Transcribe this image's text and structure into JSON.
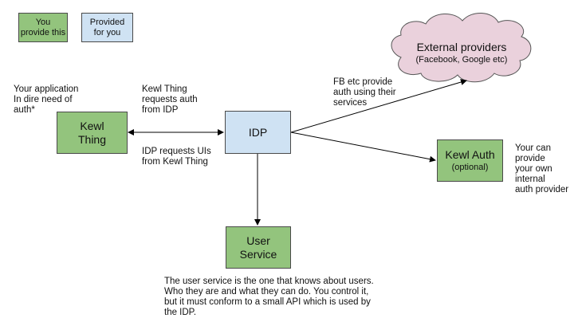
{
  "legend": {
    "you_provide": "You\nprovide this",
    "provided_for_you": "Provided\nfor you"
  },
  "nodes": {
    "kewl_thing": "Kewl\nThing",
    "idp": "IDP",
    "user_service": "User\nService",
    "kewl_auth_title": "Kewl Auth",
    "kewl_auth_subtitle": "(optional)",
    "external_title": "External providers",
    "external_subtitle": "(Facebook, Google etc)"
  },
  "notes": {
    "your_application": "Your application\nIn dire need of\nauth*",
    "requests_auth": "Kewl Thing\nrequests auth\nfrom IDP",
    "requests_uis": "IDP requests UIs\nfrom Kewl Thing",
    "fb_provide": "FB etc provide\nauth using their\nservices",
    "own_auth": "Your can provide\nyour own internal\nauth provider",
    "user_service_desc": "The user service is the one that knows about users.\nWho they are and what they can do. You control it,\nbut it must conform to a small API which is used by\nthe IDP."
  },
  "colors": {
    "provided_by_you": "#93c47d",
    "provided_for_you": "#cfe2f3",
    "cloud": "#ead1dc"
  }
}
